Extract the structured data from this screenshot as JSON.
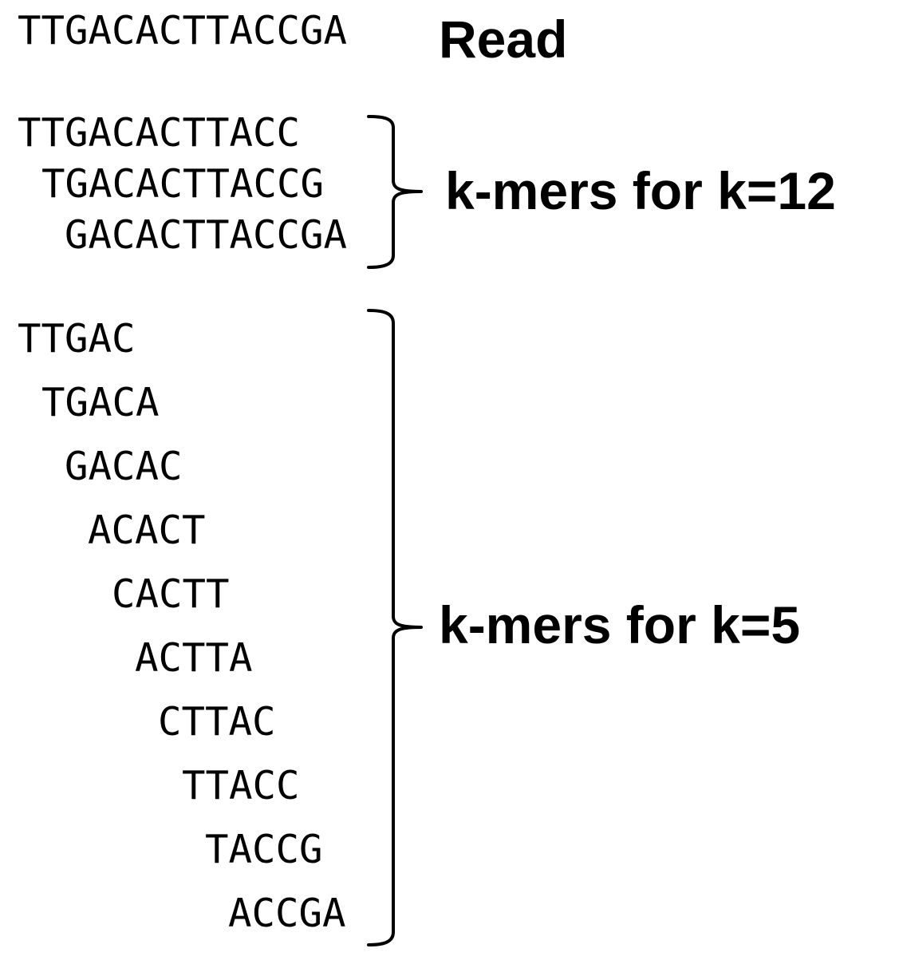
{
  "read": {
    "sequence": "TTGACACTTACCGA",
    "label": "Read"
  },
  "groups": [
    {
      "k": 12,
      "label": "k-mers for k=12",
      "kmers": [
        "TTGACACTTACC",
        "TGACACTTACCG",
        "GACACTTACCGA"
      ]
    },
    {
      "k": 5,
      "label": "k-mers for k=5",
      "kmers": [
        "TTGAC",
        "TGACA",
        "GACAC",
        "ACACT",
        "CACTT",
        "ACTTA",
        "CTTAC",
        "TTACC",
        "TACCG",
        "ACCGA"
      ]
    }
  ]
}
